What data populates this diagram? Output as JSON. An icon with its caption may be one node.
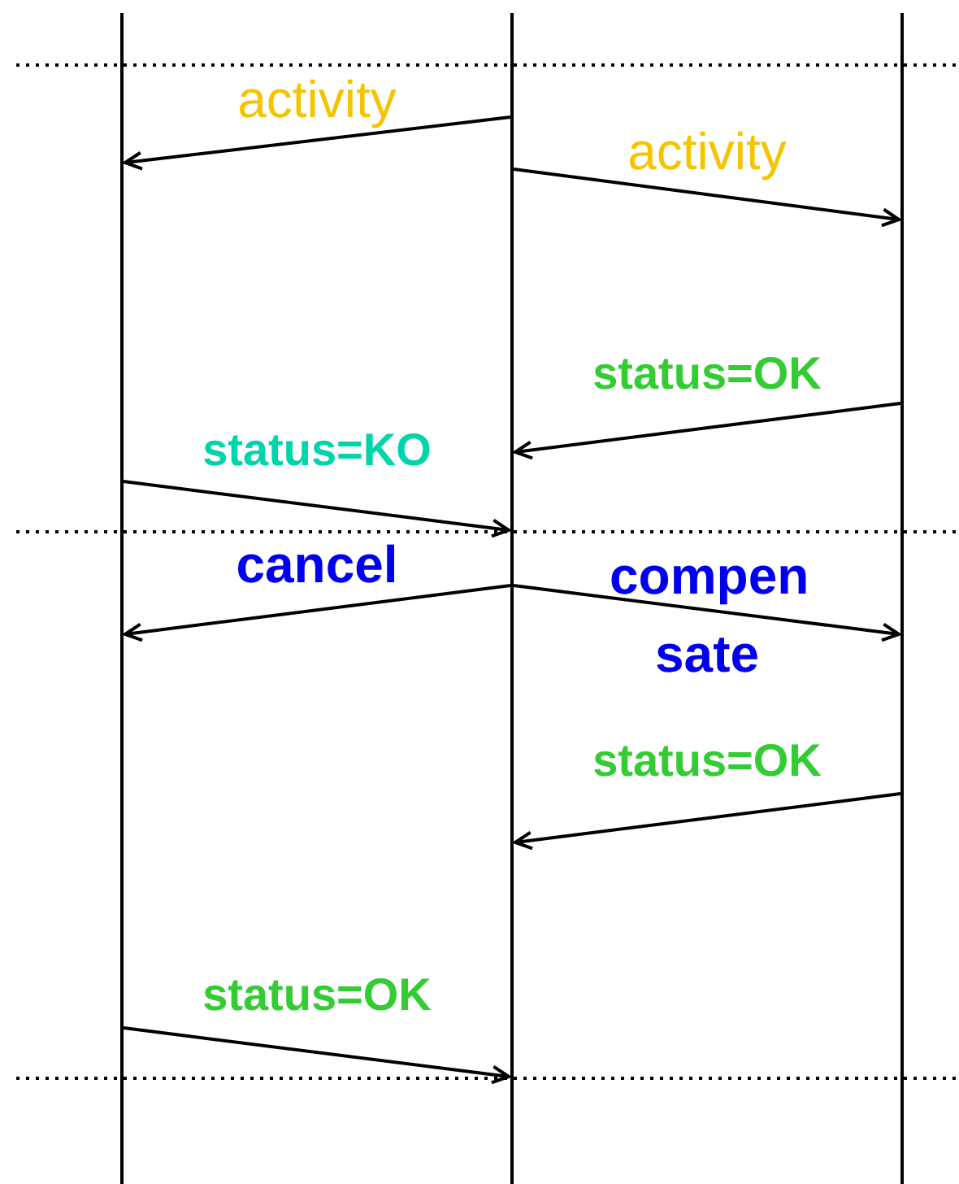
{
  "diagram": {
    "nodes": [
      {
        "text": [],
        "shape": "bar"
      },
      {
        "text": [],
        "shape": "bar"
      },
      {
        "text": [],
        "shape": "bar"
      }
    ],
    "edges": [
      {
        "from": 1,
        "to": 0,
        "arrow": "to",
        "label": "activity"
      },
      {
        "from": 1,
        "to": 2,
        "arrow": "to",
        "label": "activity"
      },
      {
        "from": 2,
        "to": 1,
        "arrow": "to",
        "label": "status=OK"
      },
      {
        "from": 0,
        "to": 1,
        "arrow": "to",
        "label": "status=KO"
      },
      {
        "from": 1,
        "to": 0,
        "arrow": "to",
        "label": "cancel"
      },
      {
        "from": 1,
        "to": 2,
        "arrow": "to",
        "label": "compen sate"
      },
      {
        "from": 2,
        "to": 1,
        "arrow": "to",
        "label": "status=OK"
      },
      {
        "from": 0,
        "to": 1,
        "arrow": "to",
        "label": "status=OK"
      }
    ]
  }
}
